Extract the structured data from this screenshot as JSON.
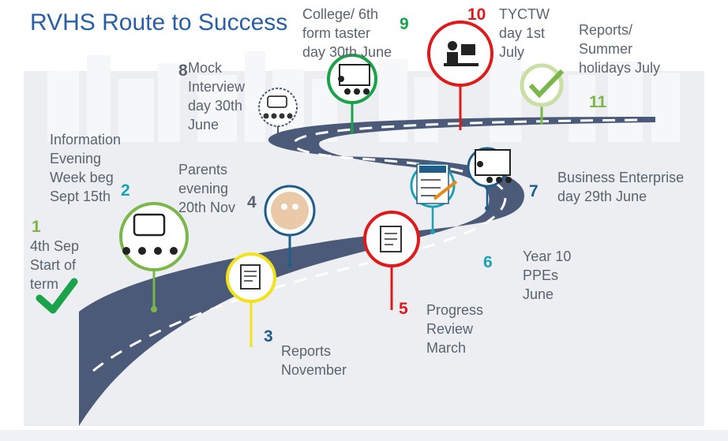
{
  "title": "RVHS Route to Success",
  "colors": {
    "title": "#2a5fa6",
    "road": "#4b5a78",
    "ground": "#eceef1",
    "green": "#7ab648",
    "teal": "#1aa3b6",
    "yellow": "#f2e21a",
    "blue": "#1f5e8a",
    "red": "#e0191a",
    "dark_green": "#1aa34a",
    "label": "#5a6470"
  },
  "milestones": [
    {
      "number": "1",
      "label_lines": [
        "4th Sep",
        "Start of",
        "term"
      ],
      "icon": "checkmark-icon"
    },
    {
      "number": "2",
      "label_lines": [
        "Information",
        "Evening",
        "Week beg",
        "Sept 15th"
      ],
      "icon": "presentation-group-icon"
    },
    {
      "number": "3",
      "label_lines": [
        "Reports",
        "November"
      ],
      "icon": "report-document-icon"
    },
    {
      "number": "4",
      "label_lines": [
        "Parents",
        "evening",
        "20th Nov"
      ],
      "icon": "parents-group-icon"
    },
    {
      "number": "5",
      "label_lines": [
        "Progress",
        "Review",
        "March"
      ],
      "icon": "review-document-icon"
    },
    {
      "number": "6",
      "label_lines": [
        "Year 10",
        "PPEs",
        "June"
      ],
      "icon": "exam-checklist-icon"
    },
    {
      "number": "7",
      "label_lines": [
        "Business Enterprise",
        "day 29th June"
      ],
      "icon": "teacher-board-icon"
    },
    {
      "number": "8",
      "label_lines": [
        "Mock",
        "Interview",
        "day 30th",
        "June"
      ],
      "icon": "interview-icon"
    },
    {
      "number": "9",
      "label_lines": [
        "College/ 6th",
        "form taster",
        "day 30th June"
      ],
      "icon": "teacher-board-icon"
    },
    {
      "number": "10",
      "label_lines": [
        "TYCTW",
        "day 1st",
        "July"
      ],
      "icon": "computer-desk-icon"
    },
    {
      "number": "11",
      "label_lines": [
        "Reports/",
        "Summer",
        "holidays July"
      ],
      "icon": "checkmark-circle-icon"
    }
  ]
}
